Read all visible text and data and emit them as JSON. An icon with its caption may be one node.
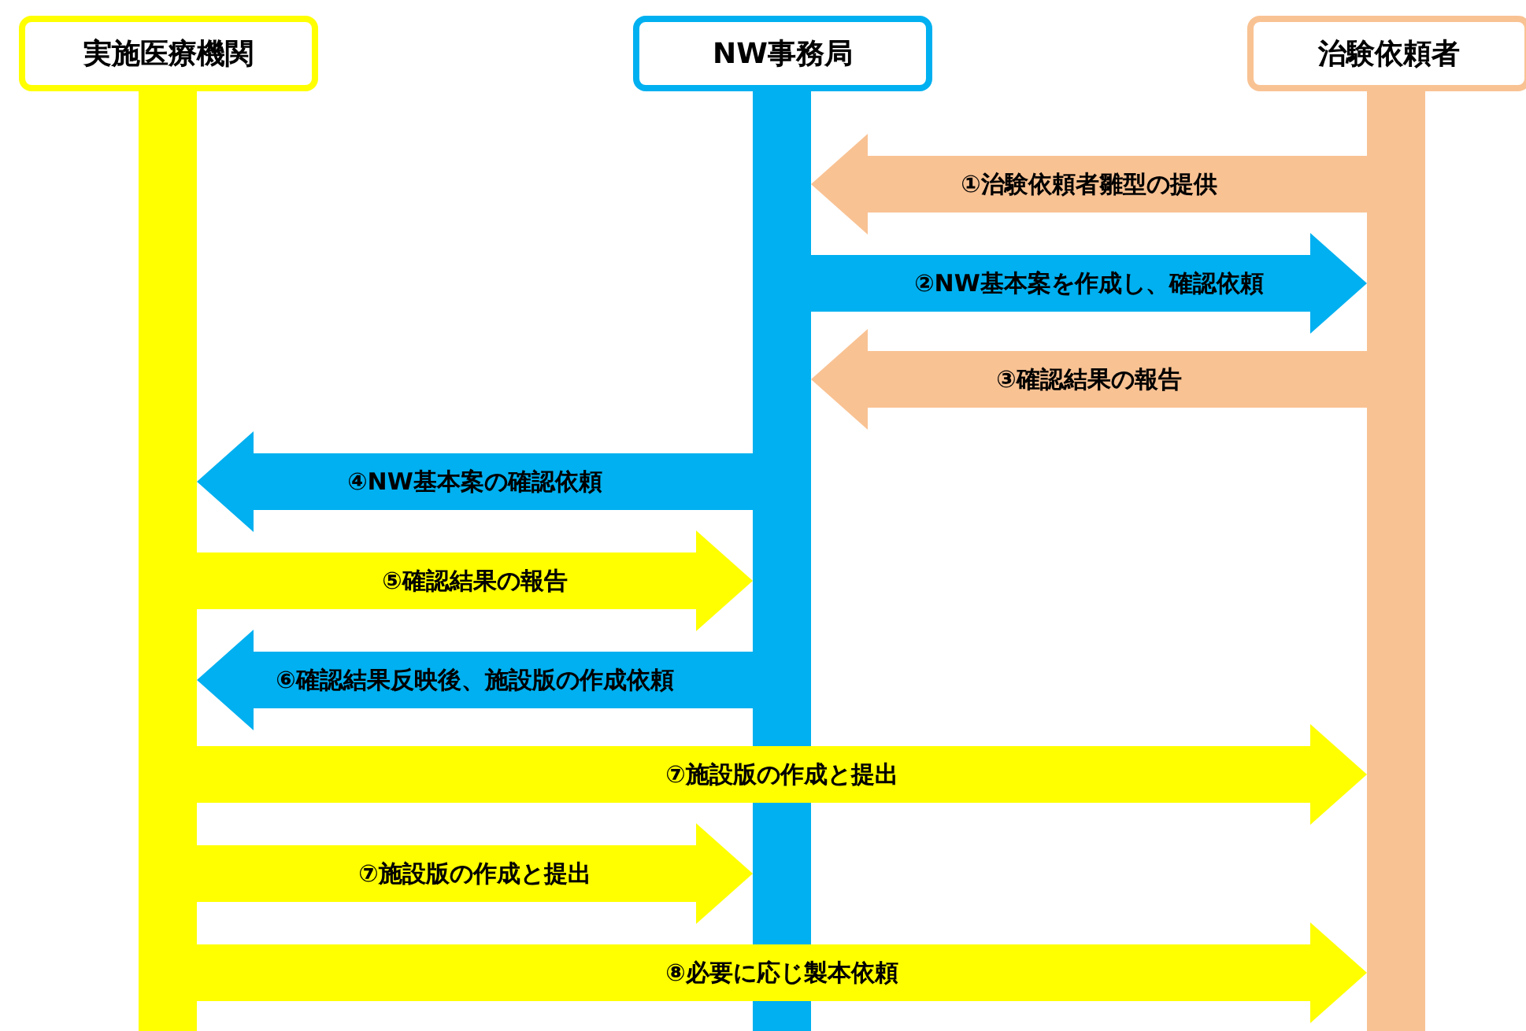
{
  "diagram": {
    "nodes": [
      {
        "text": [
          "実施医療機関"
        ]
      },
      {
        "text": [
          "NW事務局"
        ]
      },
      {
        "text": [
          "治験依頼者"
        ]
      },
      {
        "text": [],
        "shape": "bar"
      },
      {
        "text": [],
        "shape": "bar"
      },
      {
        "text": [],
        "shape": "bar"
      }
    ],
    "edges": [
      {
        "from": 5,
        "to": 4,
        "arrow": "to",
        "label": "①治験依頼者雛型の提供",
        "color": "#f9c293"
      },
      {
        "from": 4,
        "to": 5,
        "arrow": "to",
        "label": "②NW基本案を作成し、確認依頼",
        "color": "#00b0f0"
      },
      {
        "from": 5,
        "to": 4,
        "arrow": "to",
        "label": "③確認結果の報告",
        "color": "#f9c293"
      },
      {
        "from": 4,
        "to": 3,
        "arrow": "to",
        "label": "④NW基本案の確認依頼",
        "color": "#00b0f0"
      },
      {
        "from": 3,
        "to": 4,
        "arrow": "to",
        "label": "⑤確認結果の報告",
        "color": "#ffff00"
      },
      {
        "from": 4,
        "to": 3,
        "arrow": "to",
        "label": "⑥確認結果反映後、施設版の作成依頼",
        "color": "#00b0f0"
      },
      {
        "from": 3,
        "to": 5,
        "arrow": "to",
        "label": "⑦施設版の作成と提出",
        "color": "#ffff00"
      },
      {
        "from": 3,
        "to": 4,
        "arrow": "to",
        "label": "⑦施設版の作成と提出",
        "color": "#ffff00"
      },
      {
        "from": 3,
        "to": 5,
        "arrow": "to",
        "label": "⑧必要に応じ製本依頼",
        "color": "#ffff00"
      }
    ]
  }
}
